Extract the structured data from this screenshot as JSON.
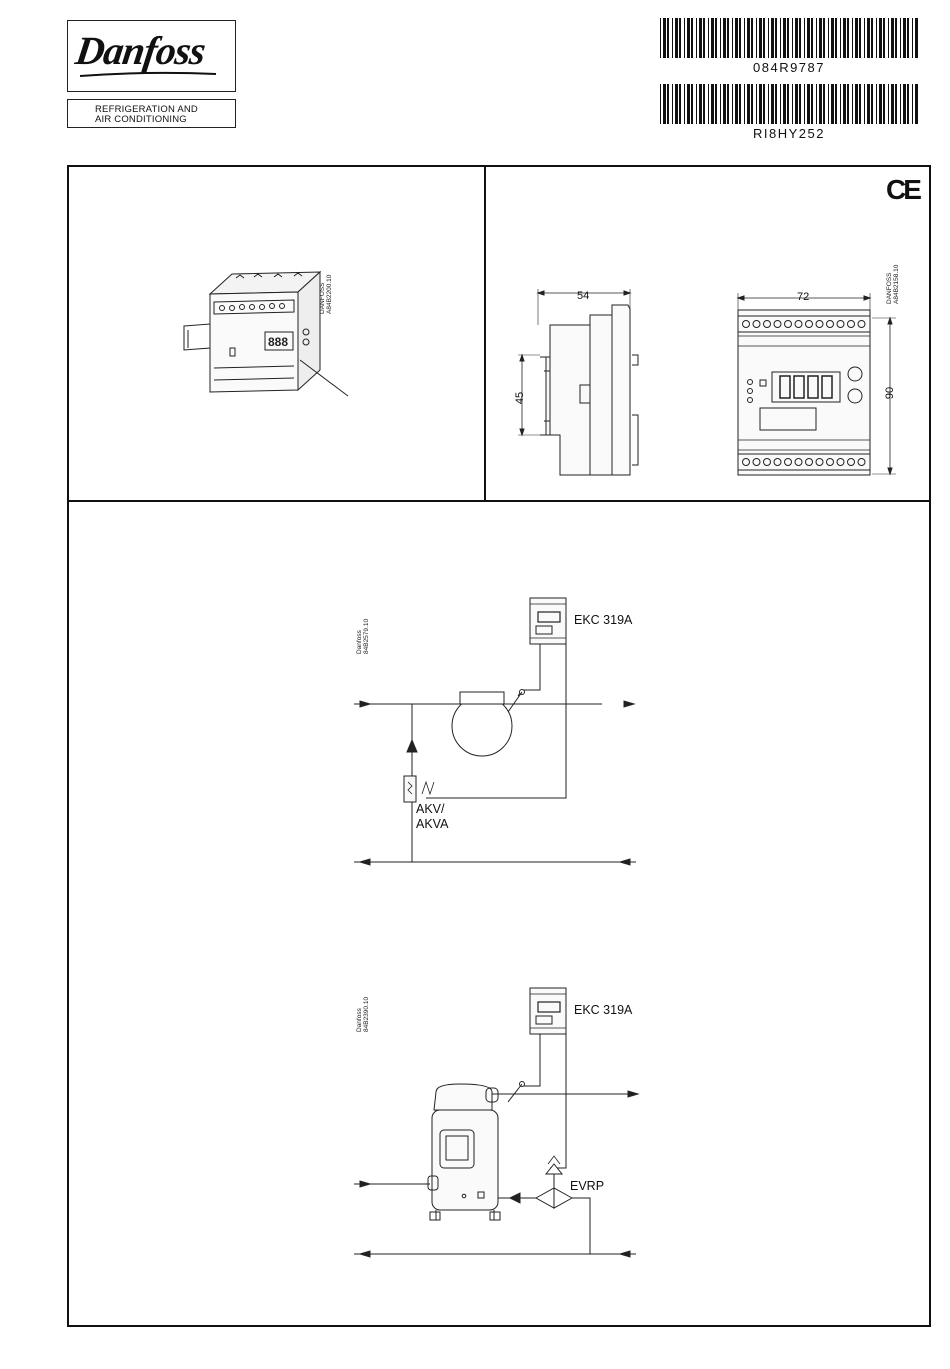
{
  "brand": {
    "logo_text": "Danfoss",
    "division_line1": "REFRIGERATION AND",
    "division_line2": "AIR CONDITIONING"
  },
  "barcodes": [
    {
      "label": "084R9787"
    },
    {
      "label": "RI8HY252"
    }
  ],
  "ce_mark": "CE",
  "product_view": {
    "ref_line1": "DANFOSS",
    "ref_line2": "A84B2200.10"
  },
  "dimension_view": {
    "width_side": "54",
    "height_din": "45",
    "width_front": "72",
    "height_front": "90",
    "ref_line1": "DANFOSS",
    "ref_line2": "A84B2158.10"
  },
  "diagram1": {
    "ref_line1": "Danfoss",
    "ref_line2": "84B2579.10",
    "controller_label": "EKC 319A",
    "valve_label_line1": "AKV/",
    "valve_label_line2": "AKVA"
  },
  "diagram2": {
    "ref_line1": "Danfoss",
    "ref_line2": "84B2390.10",
    "controller_label": "EKC 319A",
    "valve_label": "EVRP"
  },
  "colors": {
    "ink": "#111111",
    "paper": "#ffffff"
  }
}
